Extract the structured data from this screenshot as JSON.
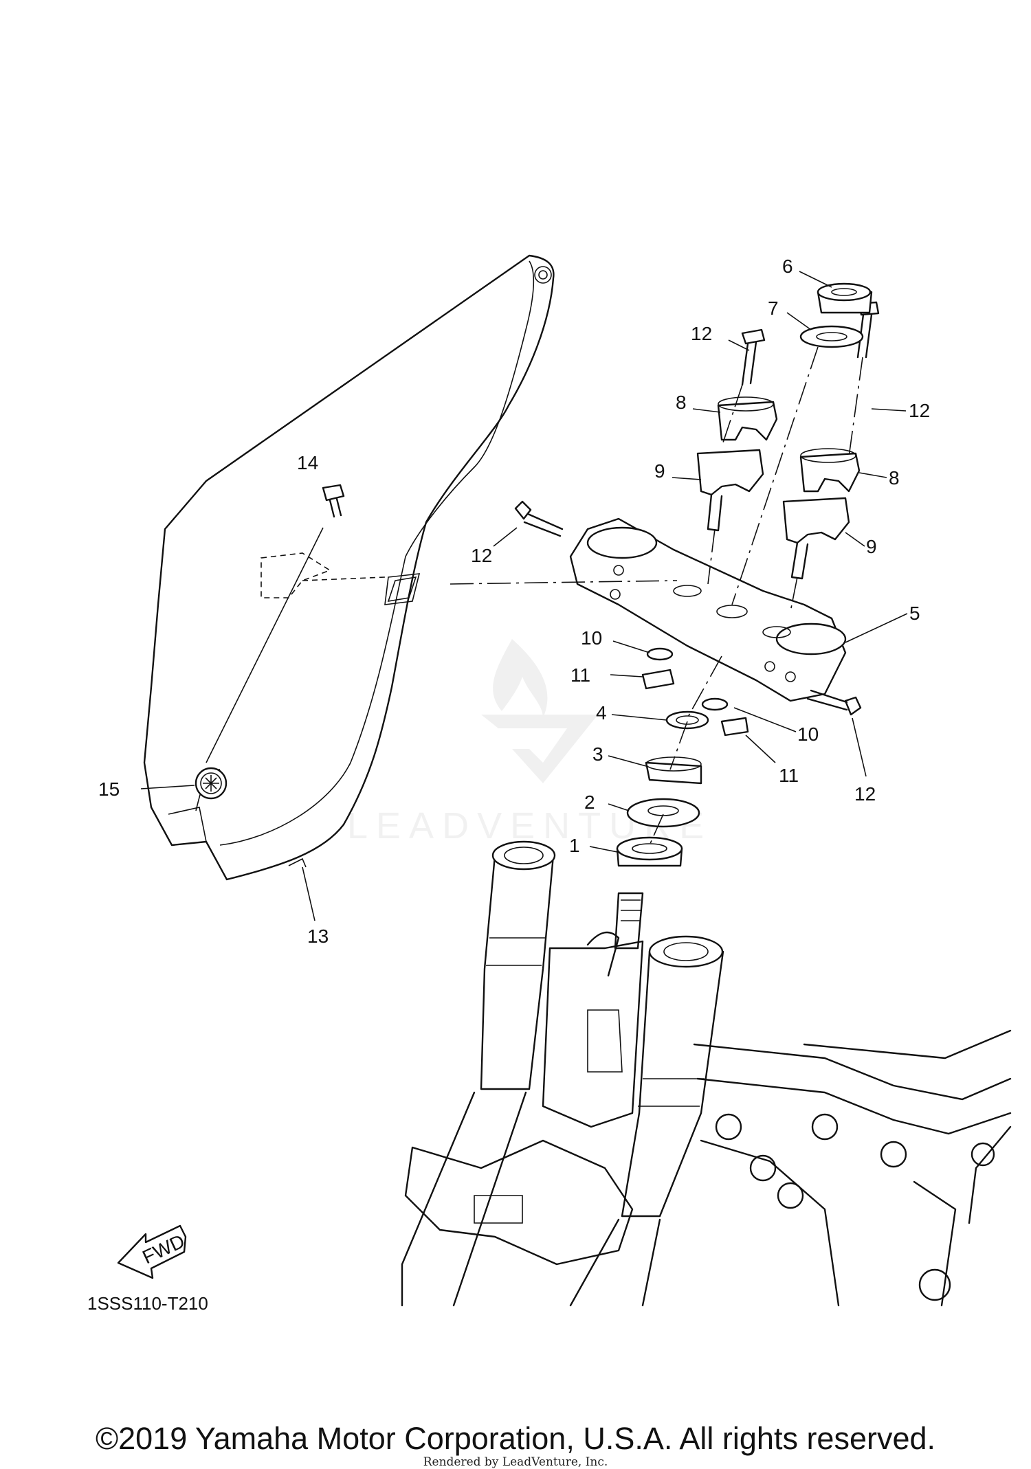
{
  "diagram": {
    "callouts": [
      "1",
      "2",
      "3",
      "4",
      "5",
      "6",
      "7",
      "8",
      "8",
      "9",
      "9",
      "10",
      "10",
      "11",
      "11",
      "12",
      "12",
      "12",
      "12",
      "13",
      "14",
      "15"
    ],
    "fwd_label": "FWD",
    "diagram_code": "1SSS110-T210",
    "watermark_text": "LEADVENTURE"
  },
  "footer": {
    "copyright": "©2019 Yamaha Motor Corporation, U.S.A. All rights reserved.",
    "rendered_by": "Rendered by LeadVenture, Inc."
  }
}
